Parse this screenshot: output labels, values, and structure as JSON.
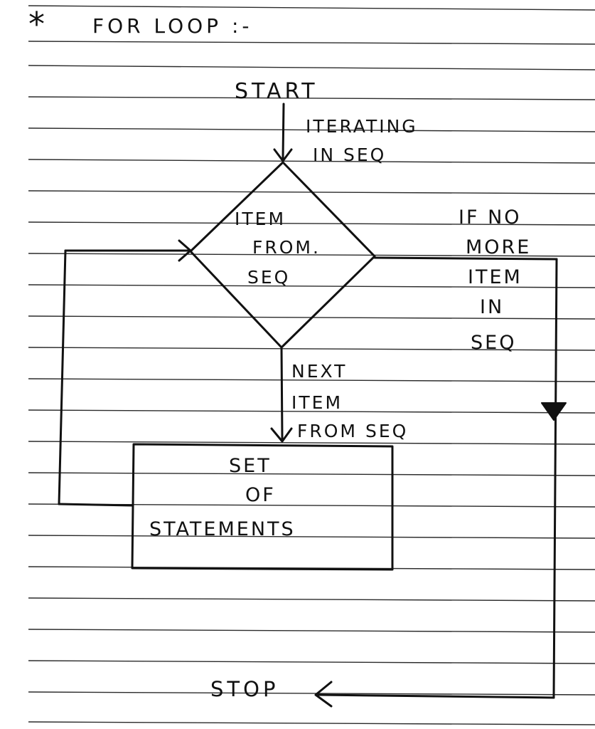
{
  "page": {
    "bullet": "*",
    "heading": "FOR LOOP :-"
  },
  "flowchart": {
    "start": "START",
    "iterating_line1": "ITERATING",
    "iterating_line2": "IN SEQ",
    "decision": [
      "ITEM",
      "FROM.",
      "SEQ"
    ],
    "no_more": [
      "IF NO",
      "MORE",
      "ITEM",
      "IN",
      "SEQ"
    ],
    "next_item": [
      "NEXT",
      "ITEM",
      "FROM SEQ"
    ],
    "process": [
      "SET",
      "OF",
      "STATEMENTS"
    ],
    "stop": "STOP"
  }
}
